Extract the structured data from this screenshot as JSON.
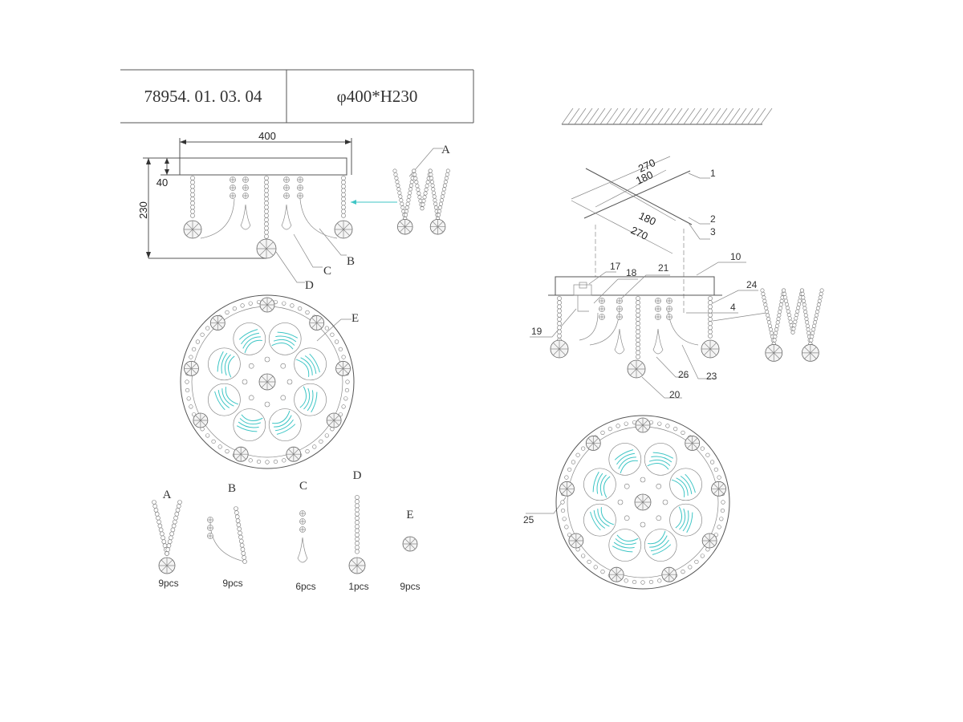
{
  "title_block": {
    "model": "78954. 01. 03. 04",
    "size": "φ400*H230"
  },
  "left_view": {
    "dim_width": "400",
    "dim_canopy": "40",
    "dim_height": "230",
    "callouts": {
      "a": "A",
      "b": "B",
      "c": "C",
      "d": "D",
      "e": "E"
    }
  },
  "parts": [
    {
      "letter": "A",
      "qty": "9pcs"
    },
    {
      "letter": "B",
      "qty": "9pcs"
    },
    {
      "letter": "C",
      "qty": "6pcs"
    },
    {
      "letter": "D",
      "qty": "1pcs"
    },
    {
      "letter": "E",
      "qty": "9pcs"
    }
  ],
  "assembly_view": {
    "bracket_dims": [
      "270",
      "180",
      "180",
      "270"
    ],
    "callouts": [
      "1",
      "2",
      "3",
      "10",
      "17",
      "18",
      "21",
      "24",
      "4",
      "19",
      "26",
      "23",
      "20",
      "25"
    ]
  },
  "colors": {
    "line": "#555555",
    "accent": "#3fc6c6"
  }
}
